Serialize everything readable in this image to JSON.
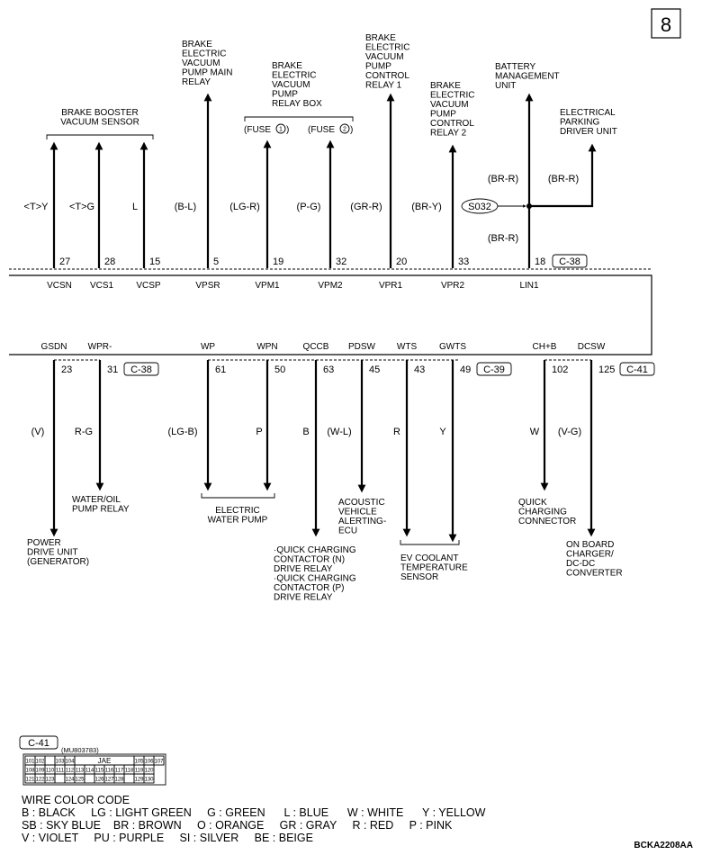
{
  "page_number": "8",
  "figure_code": "BCKA2208AA",
  "top_components": {
    "brake_booster": "BRAKE BOOSTER\nVACUUM SENSOR",
    "vpsr_dest": "BRAKE\nELECTRIC\nVACUUM\nPUMP MAIN\nRELAY",
    "relay_box": "BRAKE\nELECTRIC\nVACUUM\nPUMP\nRELAY BOX",
    "fuse1": "(FUSE",
    "fuse1_num": "1",
    "fuse2": "(FUSE",
    "fuse2_num": "2",
    "vpr1_dest": "BRAKE\nELECTRIC\nVACUUM\nPUMP\nCONTROL\nRELAY 1",
    "vpr2_dest": "BRAKE\nELECTRIC\nVACUUM\nPUMP\nCONTROL\nRELAY 2",
    "bmu": "BATTERY\nMANAGEMENT\nUNIT",
    "epb": "ELECTRICAL\nPARKING\nDRIVER UNIT"
  },
  "top_wire_colors": {
    "vcsn": "<T>Y",
    "vcs1": "<T>G",
    "vcsp": "L",
    "vpsr": "(B-L)",
    "vpm1": "(LG-R)",
    "vpm2": "(P-G)",
    "vpr1": "(GR-R)",
    "vpr2": "(BR-Y)",
    "lin1_left": "(BR-R)",
    "lin1_right": "(BR-R)",
    "lin1_below": "(BR-R)"
  },
  "splice": "S032",
  "top_pins": [
    "27",
    "28",
    "15",
    "5",
    "19",
    "32",
    "20",
    "33",
    "18"
  ],
  "top_connector": "C-38",
  "top_signals": [
    "VCSN",
    "VCS1",
    "VCSP",
    "VPSR",
    "VPM1",
    "VPM2",
    "VPR1",
    "VPR2",
    "LIN1"
  ],
  "bottom_signals": [
    "GSDN",
    "WPR-",
    "WP",
    "WPN",
    "QCCB",
    "PDSW",
    "WTS",
    "GWTS",
    "CH+B",
    "DCSW"
  ],
  "bottom_pins": [
    "23",
    "31",
    "61",
    "50",
    "63",
    "45",
    "43",
    "49",
    "102",
    "125"
  ],
  "bottom_connectors": [
    "C-38",
    "C-39",
    "C-41"
  ],
  "bottom_wire_colors": [
    "(V)",
    "R-G",
    "(LG-B)",
    "P",
    "B",
    "(W-L)",
    "R",
    "Y",
    "W",
    "(V-G)"
  ],
  "bottom_components": {
    "pdu": "POWER\nDRIVE UNIT\n(GENERATOR)",
    "water_oil": "WATER/OIL\nPUMP RELAY",
    "water_pump": "ELECTRIC\nWATER PUMP",
    "qc_contactor": "·QUICK CHARGING\nCONTACTOR (N)\nDRIVE RELAY\n·QUICK CHARGING\nCONTACTOR (P)\nDRIVE RELAY",
    "avas": "ACOUSTIC\nVEHICLE\nALERTING-\nECU",
    "coolant": "EV COOLANT\nTEMPERATURE\nSENSOR",
    "qc_connector": "QUICK\nCHARGING\nCONNECTOR",
    "obc": "ON BOARD\nCHARGER/\nDC-DC\nCONVERTER"
  },
  "connector_face": {
    "id": "C-41",
    "part": "(MU803783)",
    "center_label": "JAE",
    "row1": [
      "101",
      "102",
      "",
      "103",
      "104",
      "",
      "",
      "",
      "",
      "",
      "",
      "105",
      "106",
      "107"
    ],
    "row2": [
      "108",
      "109",
      "110",
      "111",
      "112",
      "113",
      "114",
      "115",
      "116",
      "117",
      "118",
      "119",
      "120"
    ],
    "row3": [
      "121",
      "122",
      "123",
      "",
      "124",
      "125",
      "",
      "126",
      "127",
      "128",
      "",
      "129",
      "130"
    ]
  },
  "wire_color_code": {
    "title": "WIRE COLOR CODE",
    "line1": "B : BLACK     LG : LIGHT GREEN     G : GREEN      L : BLUE      W : WHITE      Y : YELLOW",
    "line2": "SB : SKY BLUE    BR : BROWN     O : ORANGE     GR : GRAY     R : RED     P : PINK",
    "line3": "V : VIOLET     PU : PURPLE     SI : SILVER     BE : BEIGE"
  }
}
